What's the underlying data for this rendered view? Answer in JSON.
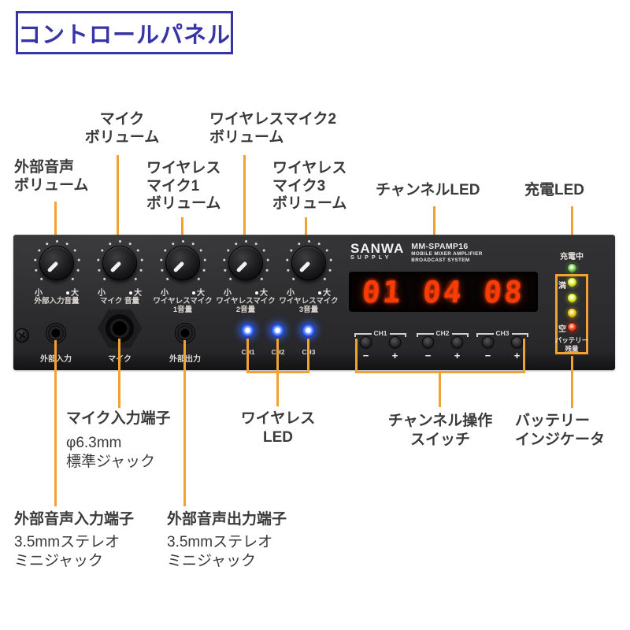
{
  "title": "コントロールパネル",
  "colors": {
    "accent_orange": "#F2A233",
    "title_blue": "#3734A6",
    "label_text": "#3A3A3A",
    "panel_bg": "#2C2C2E",
    "display_red": "#FF3A05",
    "wireless_led_blue": "#3A6BFF",
    "charge_led_green": "#7CC45A",
    "battery_led_yellow": "#E4EF3E",
    "battery_led_amber": "#F0C928",
    "battery_led_red": "#EF4420"
  },
  "callouts": {
    "top": {
      "ext_audio": {
        "line1": "外部音声",
        "line2": "ボリューム"
      },
      "mic": {
        "line1": "マイク",
        "line2": "ボリューム"
      },
      "wireless1": {
        "line1": "ワイヤレス",
        "line2": "マイク1",
        "line3": "ボリューム"
      },
      "wireless2": {
        "line1": "ワイヤレスマイク2",
        "line2": "ボリューム"
      },
      "wireless3": {
        "line1": "ワイヤレス",
        "line2": "マイク3",
        "line3": "ボリューム"
      },
      "channel_led": "チャンネルLED",
      "charge_led": "充電LED"
    },
    "bottom": {
      "mic_input": {
        "title": "マイク入力端子",
        "spec1": "φ6.3mm",
        "spec2": "標準ジャック"
      },
      "wireless_led": {
        "line1": "ワイヤレス",
        "line2": "LED"
      },
      "channel_switch": {
        "line1": "チャンネル操作",
        "line2": "スイッチ"
      },
      "battery_indicator": {
        "line1": "バッテリー",
        "line2": "インジケータ"
      },
      "ext_audio_in": {
        "title": "外部音声入力端子",
        "spec1": "3.5mmステレオ",
        "spec2": "ミニジャック"
      },
      "ext_audio_out": {
        "title": "外部音声出力端子",
        "spec1": "3.5mmステレオ",
        "spec2": "ミニジャック"
      }
    }
  },
  "panel": {
    "brand": {
      "name": "SANWA",
      "sub": "SUPPLY",
      "model": "MM-SPAMP16",
      "tagline1": "MOBILE MIXER AMPLIFIER",
      "tagline2": "BROADCAST SYSTEM"
    },
    "knobs": [
      {
        "min": "小",
        "max": "大",
        "name1": "外部入力音量",
        "name2": ""
      },
      {
        "min": "小",
        "max": "大",
        "name1": "マイク 音量",
        "name2": ""
      },
      {
        "min": "小",
        "max": "大",
        "name1": "ワイヤレスマイク",
        "name2": "1音量"
      },
      {
        "min": "小",
        "max": "大",
        "name1": "ワイヤレスマイク",
        "name2": "2音量"
      },
      {
        "min": "小",
        "max": "大",
        "name1": "ワイヤレスマイク",
        "name2": "3音量"
      }
    ],
    "display": {
      "digits": [
        "01",
        "04",
        "08"
      ],
      "ghost": [
        "88",
        "88",
        "88"
      ]
    },
    "charge": {
      "label": "充電中"
    },
    "battery": {
      "full": "満",
      "empty": "空",
      "cap1": "バッテリー",
      "cap2": "残量"
    },
    "signs": {
      "minus": "−",
      "plus": "+"
    },
    "channel_groups": [
      {
        "label": "CH1"
      },
      {
        "label": "CH2"
      },
      {
        "label": "CH3"
      }
    ],
    "wireless_leds": [
      {
        "label": "CH1"
      },
      {
        "label": "CH2"
      },
      {
        "label": "CH3"
      }
    ],
    "jacks": {
      "ext_in": "外部入力",
      "mic": "マイク",
      "ext_out": "外部出力"
    }
  }
}
